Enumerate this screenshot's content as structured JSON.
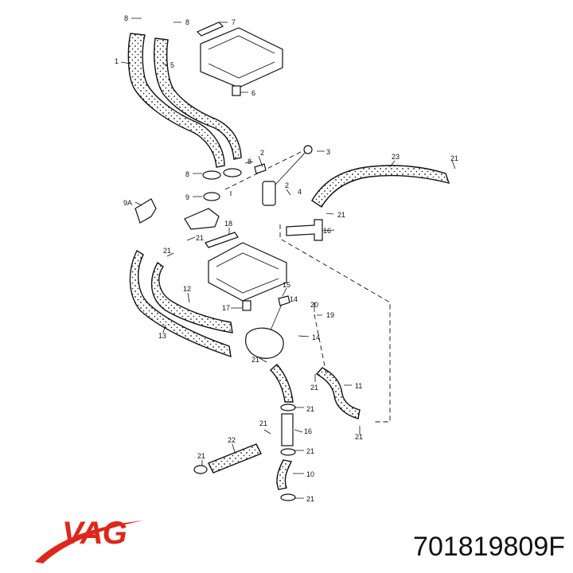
{
  "diagram": {
    "callouts": [
      {
        "id": "c8a",
        "text": "8"
      },
      {
        "id": "c8b",
        "text": "8"
      },
      {
        "id": "c7",
        "text": "7"
      },
      {
        "id": "c1",
        "text": "1"
      },
      {
        "id": "c5",
        "text": "5"
      },
      {
        "id": "c6",
        "text": "6"
      },
      {
        "id": "c2a",
        "text": "2"
      },
      {
        "id": "c8c",
        "text": "8"
      },
      {
        "id": "c3",
        "text": "3"
      },
      {
        "id": "c23",
        "text": "23"
      },
      {
        "id": "c21a",
        "text": "21"
      },
      {
        "id": "c8d",
        "text": "8"
      },
      {
        "id": "c2b",
        "text": "2"
      },
      {
        "id": "c4",
        "text": "4"
      },
      {
        "id": "c9a",
        "text": "9A"
      },
      {
        "id": "c9",
        "text": "9"
      },
      {
        "id": "c21b",
        "text": "21"
      },
      {
        "id": "c18",
        "text": "18"
      },
      {
        "id": "c16a",
        "text": "16"
      },
      {
        "id": "c21c",
        "text": "21"
      },
      {
        "id": "c21d",
        "text": "21"
      },
      {
        "id": "c12",
        "text": "12"
      },
      {
        "id": "c15",
        "text": "15"
      },
      {
        "id": "c14a",
        "text": "14"
      },
      {
        "id": "c17",
        "text": "17"
      },
      {
        "id": "c20",
        "text": "20"
      },
      {
        "id": "c19",
        "text": "19"
      },
      {
        "id": "c13",
        "text": "13"
      },
      {
        "id": "c14b",
        "text": "14"
      },
      {
        "id": "c21e",
        "text": "21"
      },
      {
        "id": "c21f",
        "text": "21"
      },
      {
        "id": "c11",
        "text": "11"
      },
      {
        "id": "c21g",
        "text": "21"
      },
      {
        "id": "c21h",
        "text": "21"
      },
      {
        "id": "c21i",
        "text": "21"
      },
      {
        "id": "c16b",
        "text": "16"
      },
      {
        "id": "c22",
        "text": "22"
      },
      {
        "id": "c21j",
        "text": "21"
      },
      {
        "id": "c21k",
        "text": "21"
      },
      {
        "id": "c10",
        "text": "10"
      },
      {
        "id": "c21l",
        "text": "21"
      }
    ]
  },
  "brand": {
    "name": "VAG",
    "color": "#e0261c"
  },
  "part_number": "701819809F"
}
